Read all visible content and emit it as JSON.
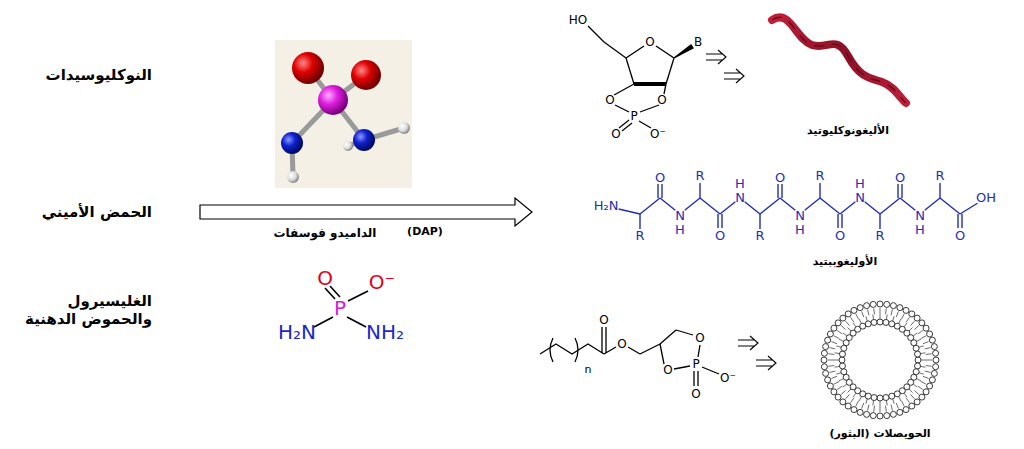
{
  "diagram": {
    "labels": [
      "النوكليوسيدات",
      "الحمض الأميني",
      "الغليسيرول والحموض الدهنية",
      "الداميدو فوسفات",
      "(DAP)",
      "O",
      "O⁻",
      "P",
      "H₂N",
      "NH₂",
      "HO",
      "O",
      "B",
      "O",
      "O",
      "P",
      "O",
      "O⁻",
      "الأليغونوكليوتيد",
      "H₂N",
      "R",
      "O",
      "N",
      "H",
      "R",
      "O",
      "N",
      "H",
      "R",
      "O",
      "N",
      "H",
      "R",
      "O",
      "N",
      "H",
      "R",
      "O",
      "N",
      "H",
      "R",
      "O",
      "OH",
      "الأوليغوببتيد",
      "n",
      "O",
      "O",
      "O",
      "O",
      "P",
      "O",
      "O⁻",
      "الحويصلات (البثور)"
    ]
  }
}
